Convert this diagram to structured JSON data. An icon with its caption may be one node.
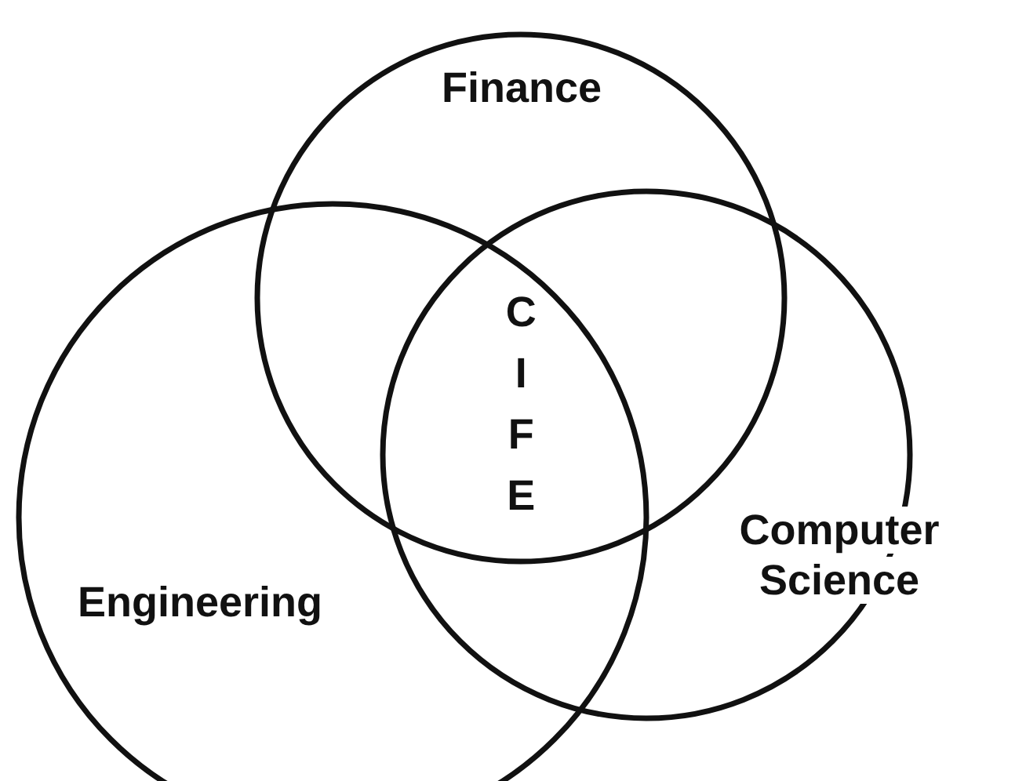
{
  "diagram": {
    "nodes": [
      {
        "text": [
          "Finance"
        ]
      },
      {
        "text": [
          "Engineering"
        ]
      },
      {
        "text": [
          "Computer Science"
        ]
      }
    ],
    "labels": [
      "CIFE"
    ]
  }
}
